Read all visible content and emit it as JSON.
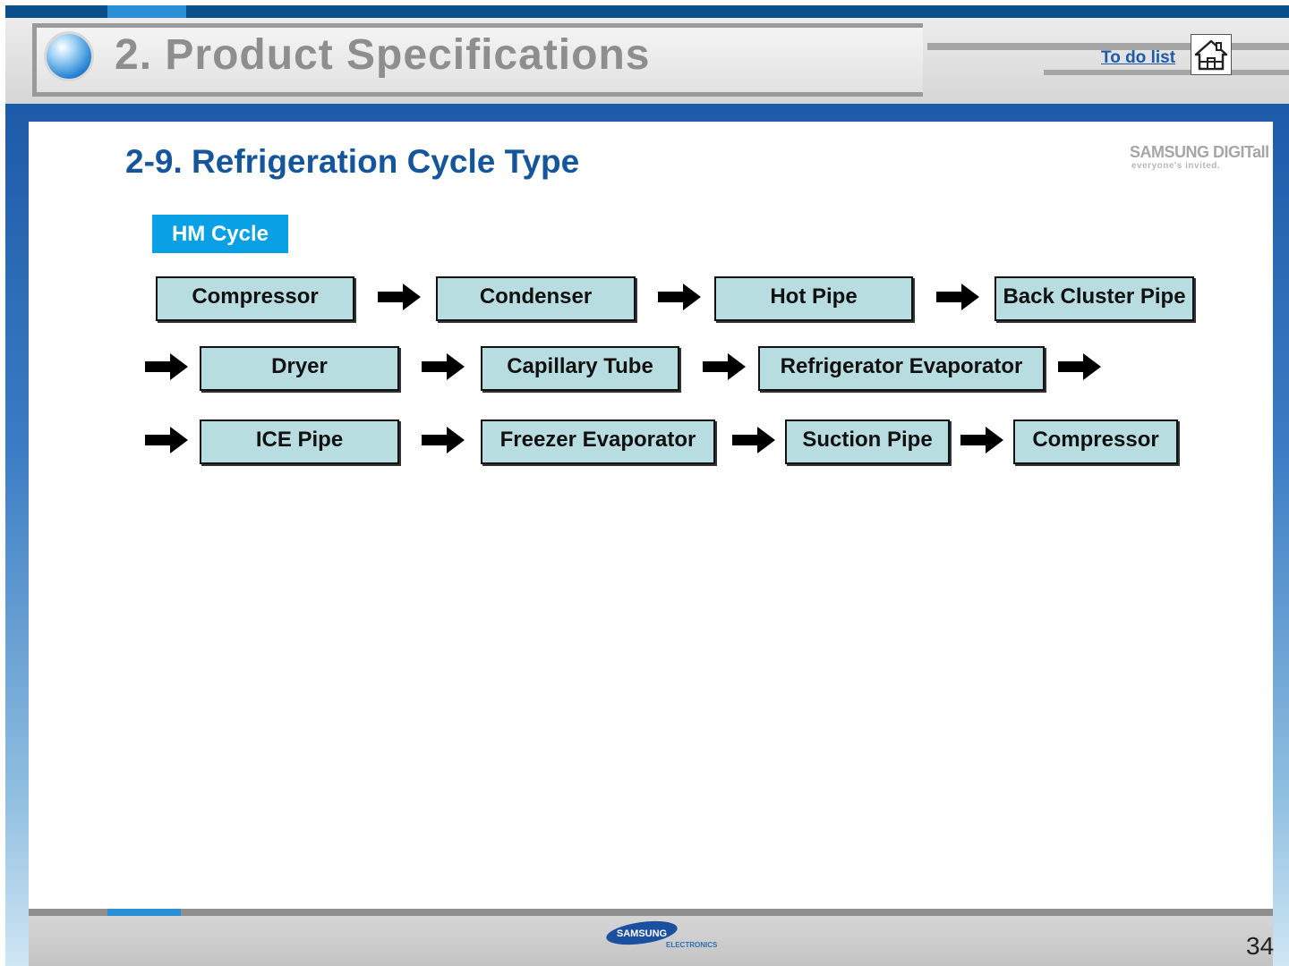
{
  "header": {
    "section_title": "2. Product Specifications",
    "todo_link": "To do list",
    "home_icon": "home-icon"
  },
  "page": {
    "title": "2-9. Refrigeration Cycle Type",
    "brand_line1": "SAMSUNG DIGITall",
    "brand_line2": "everyone's invited.",
    "tag": "HM Cycle",
    "page_number": "34",
    "footer_logo": "SAMSUNG",
    "footer_logo_sub": "ELECTRONICS"
  },
  "cycle": {
    "steps": [
      "Compressor",
      "Condenser",
      "Hot Pipe",
      "Back Cluster Pipe",
      "Dryer",
      "Capillary Tube",
      "Refrigerator Evaporator",
      "ICE Pipe",
      "Freezer Evaporator",
      "Suction Pipe",
      "Compressor"
    ]
  },
  "colors": {
    "title_blue": "#14559c",
    "tag_blue": "#0aa0e6",
    "box_fill": "#b8dde0"
  }
}
